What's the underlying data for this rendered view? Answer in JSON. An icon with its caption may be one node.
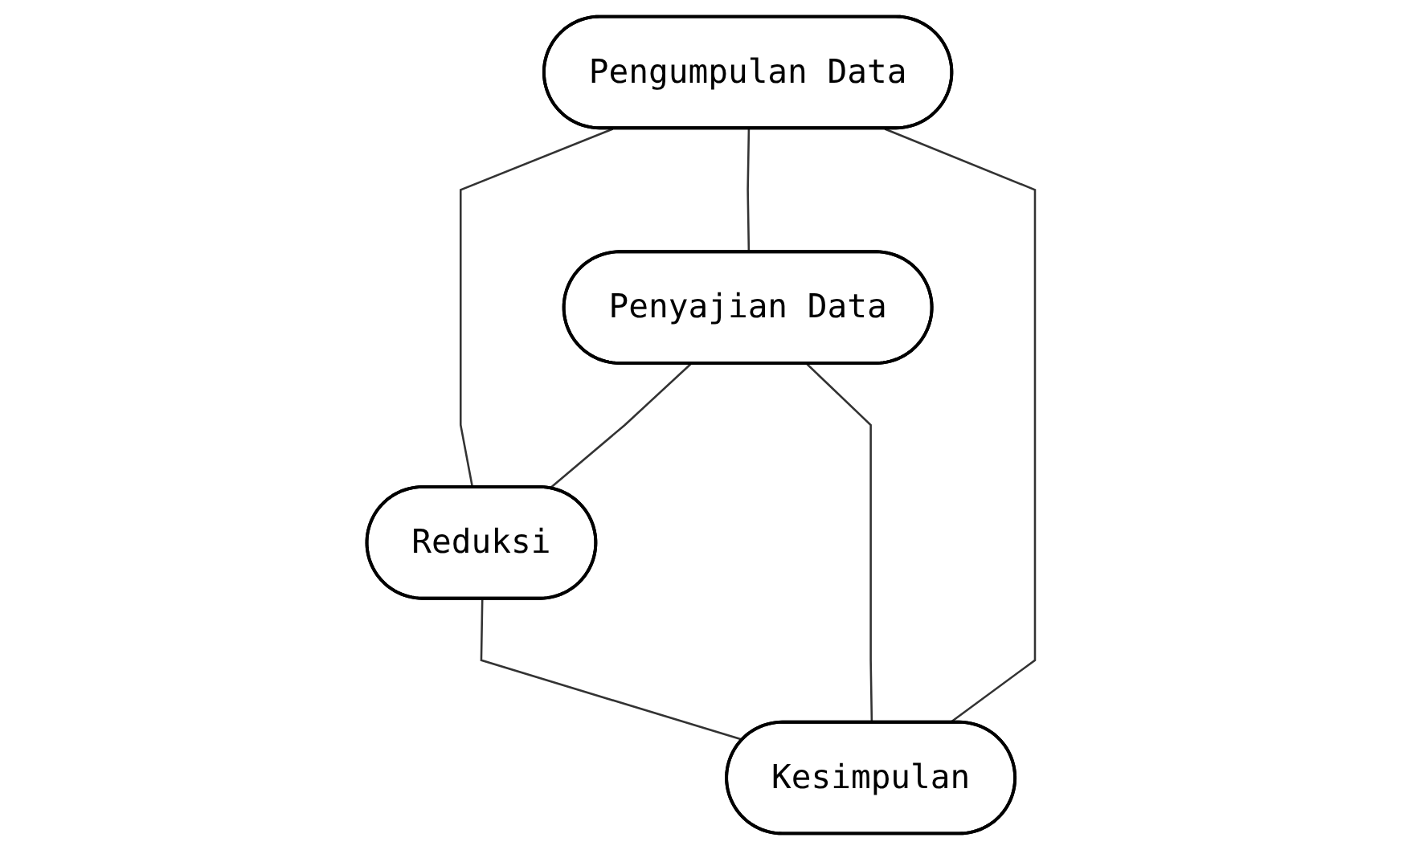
{
  "diagram": {
    "nodes": [
      {
        "text": [
          "Pengumpulan Data"
        ]
      },
      {
        "text": [
          "Penyajian Data"
        ]
      },
      {
        "text": [
          "Reduksi"
        ]
      },
      {
        "text": [
          "Kesimpulan"
        ]
      }
    ],
    "edges": [
      {
        "from": 0,
        "to": 1,
        "arrow": "none"
      },
      {
        "from": 0,
        "to": 2,
        "arrow": "none"
      },
      {
        "from": 1,
        "to": 2,
        "arrow": "none"
      },
      {
        "from": 2,
        "to": 3,
        "arrow": "none"
      },
      {
        "from": 1,
        "to": 3,
        "arrow": "none"
      },
      {
        "from": 0,
        "to": 3,
        "arrow": "none"
      }
    ]
  }
}
